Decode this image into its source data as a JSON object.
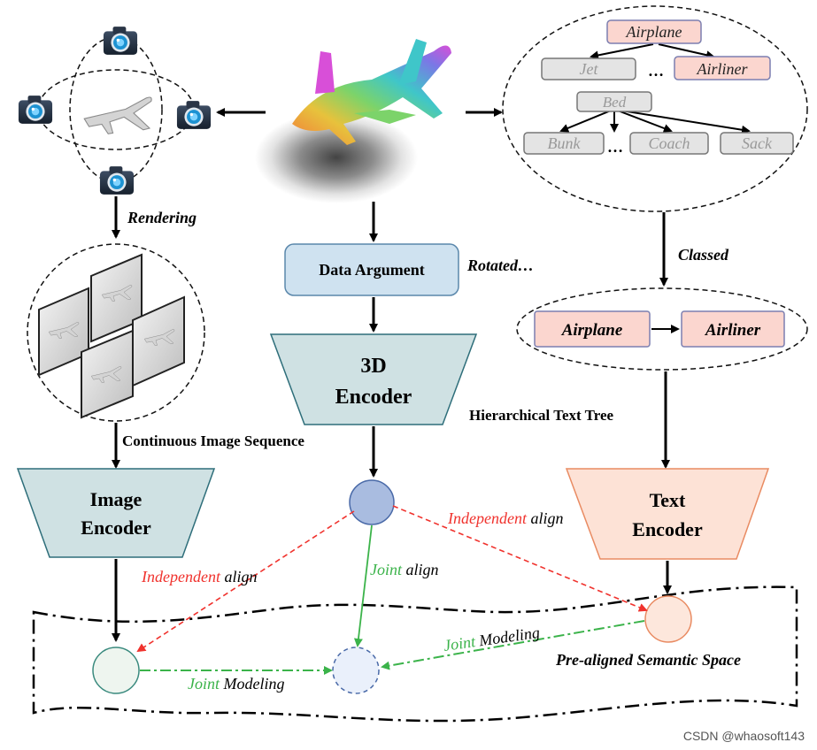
{
  "colors": {
    "encoder_teal": "#cfe1e3",
    "encoder_teal_stroke": "#2e6e7a",
    "text_encoder_fill": "#fde2d6",
    "text_encoder_stroke": "#e98b62",
    "data_argument_fill": "#cfe2f0",
    "data_argument_stroke": "#5a87ab",
    "tree_pink": "#fbd6cf",
    "tree_pink_stroke": "#7c7fb0",
    "tree_gray": "#e4e4e4",
    "joint_green": "#3bb34a",
    "independent_red": "#f0322d",
    "embedding_blue": "#a9bce0",
    "embedding_orange": "#fde7dc",
    "embedding_white": "#eef5ef"
  },
  "icons": {
    "camera": "camera-icon",
    "airplane_render": "airplane-render-icon",
    "point_cloud": "airplane-point-cloud-icon"
  },
  "labels": {
    "rendering": "Rendering",
    "continuous_image_sequence": "Continuous Image Sequence",
    "data_argument": "Data Argument",
    "rotated": "Rotated…",
    "classed": "Classed",
    "hierarchical_text_tree": "Hierarchical Text Tree",
    "pre_aligned_space": "Pre-aligned Semantic Space"
  },
  "encoders": {
    "image": {
      "line1": "Image",
      "line2": "Encoder"
    },
    "three_d": {
      "line1": "3D",
      "line2": "Encoder"
    },
    "text": {
      "line1": "Text",
      "line2": "Encoder"
    }
  },
  "tree": {
    "root1": "Airplane",
    "child_jet": "Jet",
    "ellipsis1": "…",
    "child_airliner": "Airliner",
    "root2": "Bed",
    "child_bunk": "Bunk",
    "ellipsis2": "…",
    "child_coach": "Coach",
    "child_sack": "Sack"
  },
  "classed_path": {
    "from": "Airplane",
    "to": "Airliner"
  },
  "align": {
    "independent_left": {
      "colored": "Independent",
      "rest": " align"
    },
    "independent_right": {
      "colored": "Independent",
      "rest": " align"
    },
    "joint_align": {
      "colored": "Joint",
      "rest": " align"
    },
    "joint_modeling_bottom": {
      "colored": "Joint",
      "rest": " Modeling"
    },
    "joint_modeling_right": {
      "colored": "Joint",
      "rest": " Modeling"
    }
  },
  "watermark": "CSDN @whaosoft143"
}
